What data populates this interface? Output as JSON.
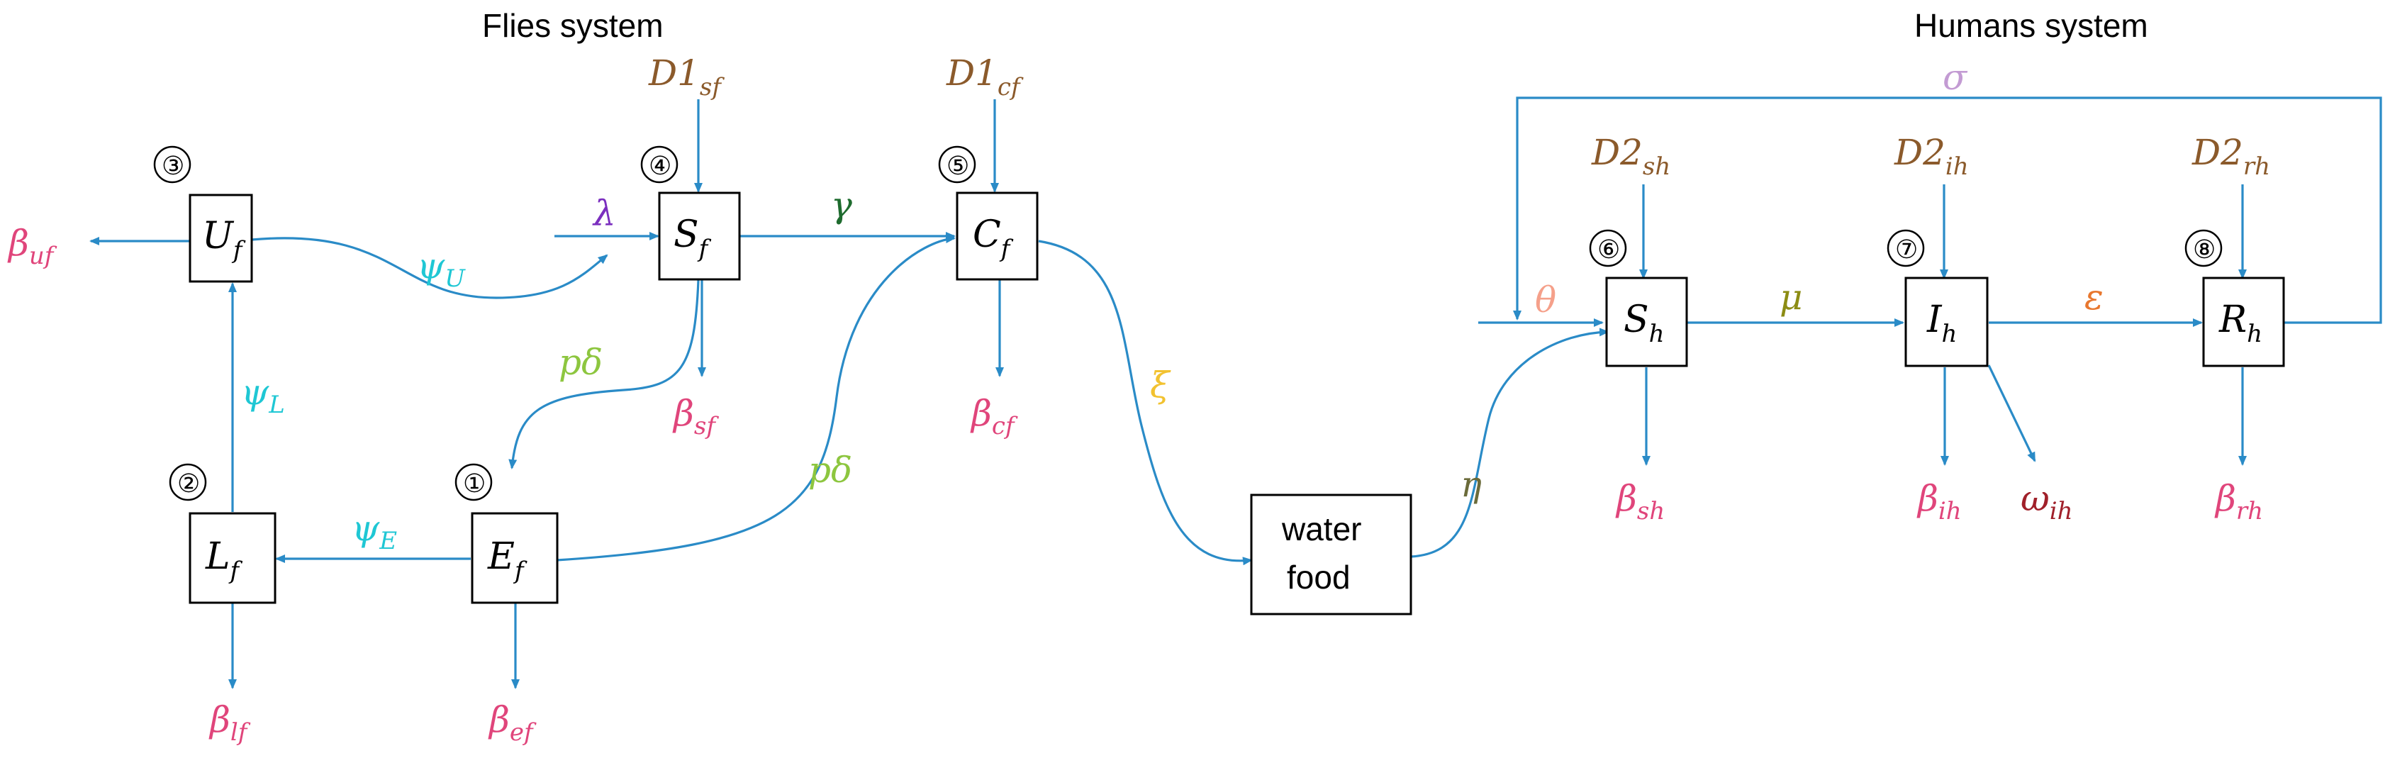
{
  "titles": {
    "flies": "Flies system",
    "humans": "Humans system"
  },
  "compartments": [
    {
      "id": "E",
      "base": "E",
      "sub": "f",
      "marker": "①"
    },
    {
      "id": "L",
      "base": "L",
      "sub": "f",
      "marker": "②"
    },
    {
      "id": "U",
      "base": "U",
      "sub": "f",
      "marker": "③"
    },
    {
      "id": "S",
      "base": "S",
      "sub": "f",
      "marker": "④"
    },
    {
      "id": "C",
      "base": "C",
      "sub": "f",
      "marker": "⑤"
    },
    {
      "id": "Sh",
      "base": "S",
      "sub": "h",
      "marker": "⑥"
    },
    {
      "id": "Ih",
      "base": "I",
      "sub": "h",
      "marker": "⑦"
    },
    {
      "id": "Rh",
      "base": "R",
      "sub": "h",
      "marker": "⑧"
    }
  ],
  "reservoir": {
    "line1": "water",
    "line2": "food"
  },
  "params": {
    "D1sf": {
      "base": "D1",
      "sub": "sf",
      "color": "#8b5a2b"
    },
    "D1cf": {
      "base": "D1",
      "sub": "cf",
      "color": "#8b5a2b"
    },
    "D2sh": {
      "base": "D2",
      "sub": "sh",
      "color": "#8b5a2b"
    },
    "D2ih": {
      "base": "D2",
      "sub": "ih",
      "color": "#8b5a2b"
    },
    "D2rh": {
      "base": "D2",
      "sub": "rh",
      "color": "#8b5a2b"
    },
    "sigma": {
      "base": "σ",
      "sub": "",
      "color": "#c39bd3"
    },
    "lambda": {
      "base": "λ",
      "sub": "",
      "color": "#7b2fbf"
    },
    "gamma": {
      "base": "γ",
      "sub": "",
      "color": "#1e6b2e"
    },
    "psiU": {
      "base": "ψ",
      "sub": "U",
      "color": "#1fc7d4"
    },
    "psiL": {
      "base": "ψ",
      "sub": "L",
      "color": "#1fc7d4"
    },
    "psiE": {
      "base": "ψ",
      "sub": "E",
      "color": "#1fc7d4"
    },
    "pdelta1": {
      "base": "pδ",
      "sub": "",
      "color": "#8dc63f"
    },
    "pdelta2": {
      "base": "pδ",
      "sub": "",
      "color": "#8dc63f"
    },
    "xi": {
      "base": "ξ",
      "sub": "",
      "color": "#f2c230"
    },
    "eta": {
      "base": "η",
      "sub": "",
      "color": "#6b6b3a"
    },
    "theta": {
      "base": "θ",
      "sub": "",
      "color": "#f5a08a"
    },
    "mu": {
      "base": "μ",
      "sub": "",
      "color": "#8c8c14"
    },
    "epsilon": {
      "base": "ε",
      "sub": "",
      "color": "#e8772e"
    },
    "beta_uf": {
      "base": "β",
      "sub": "uf",
      "color": "#e0457b"
    },
    "beta_sf": {
      "base": "β",
      "sub": "sf",
      "color": "#e0457b"
    },
    "beta_cf": {
      "base": "β",
      "sub": "cf",
      "color": "#e0457b"
    },
    "beta_lf": {
      "base": "β",
      "sub": "lf",
      "color": "#e0457b"
    },
    "beta_ef": {
      "base": "β",
      "sub": "ef",
      "color": "#e0457b"
    },
    "beta_sh": {
      "base": "β",
      "sub": "sh",
      "color": "#e0457b"
    },
    "beta_ih": {
      "base": "β",
      "sub": "ih",
      "color": "#e0457b"
    },
    "beta_rh": {
      "base": "β",
      "sub": "rh",
      "color": "#e0457b"
    },
    "omega_ih": {
      "base": "ω",
      "sub": "ih",
      "color": "#a0202a"
    }
  },
  "arrow_color": "#2a8bc7"
}
